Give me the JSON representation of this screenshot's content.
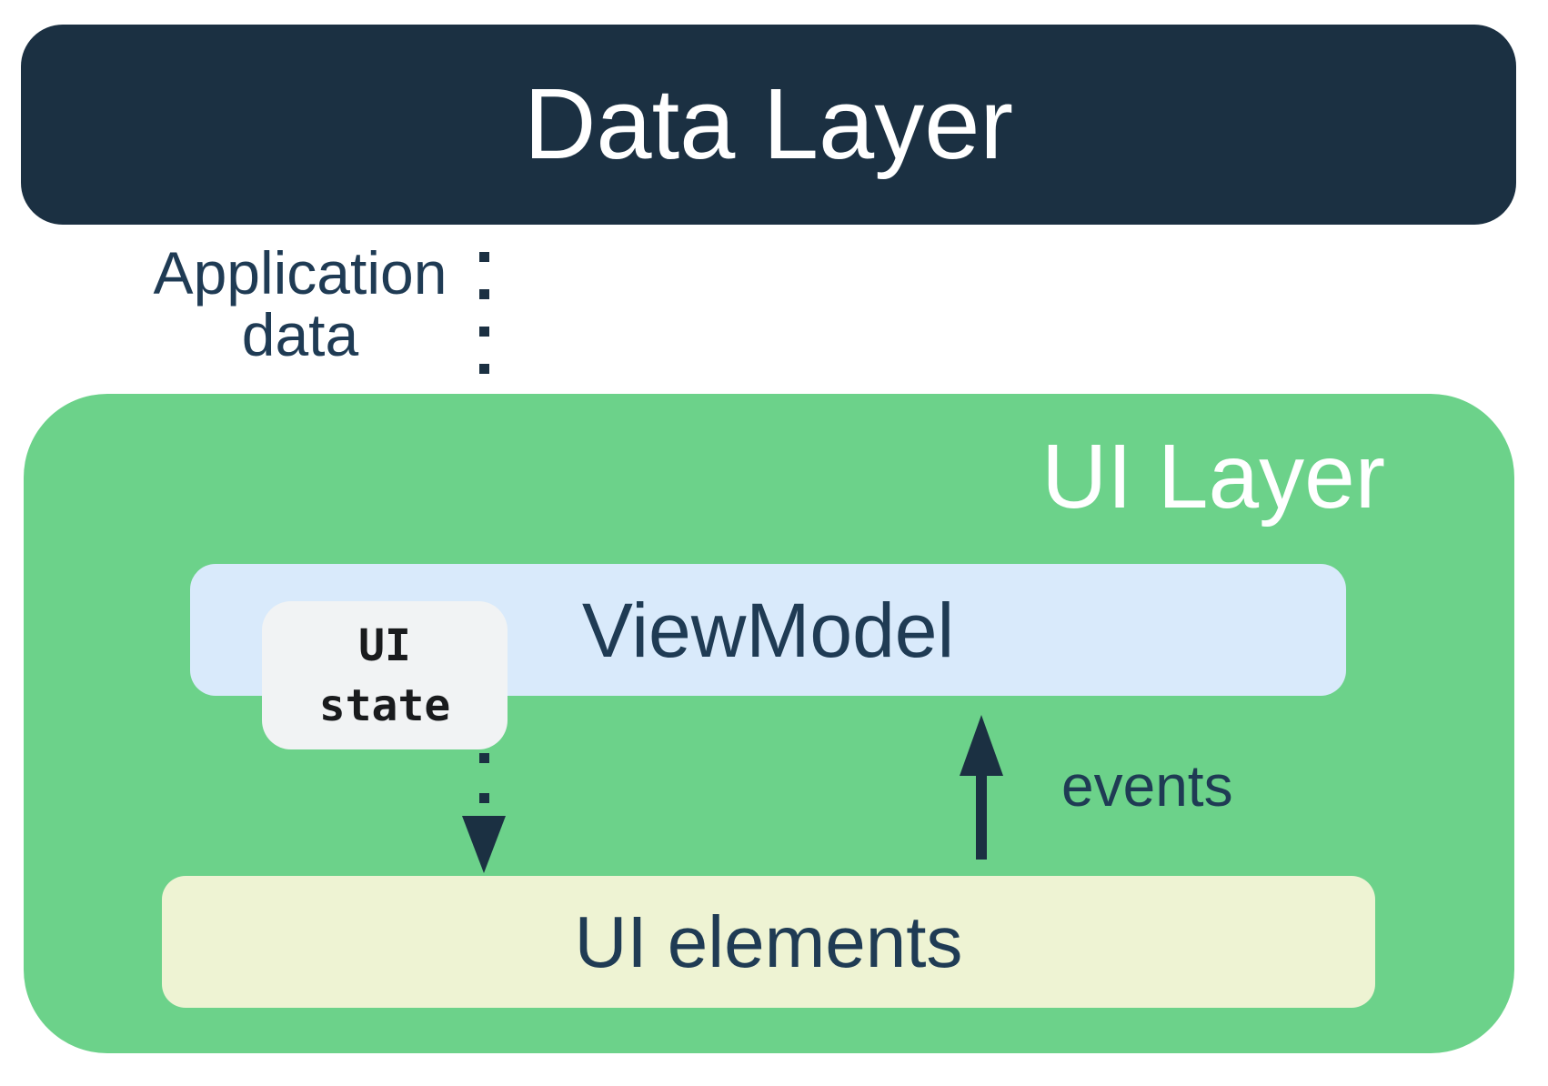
{
  "boxes": {
    "data_layer": {
      "label": "Data Layer"
    },
    "ui_layer": {
      "label": "UI Layer"
    },
    "viewmodel": {
      "label": "ViewModel"
    },
    "ui_state": {
      "line1": "UI",
      "line2": "state"
    },
    "ui_elements": {
      "label": "UI elements"
    }
  },
  "labels": {
    "application_data": {
      "line1": "Application",
      "line2": "data"
    },
    "events": {
      "label": "events"
    }
  },
  "colors": {
    "dark_navy": "#1b3042",
    "green": "#6cd28a",
    "light_blue": "#d9eafb",
    "cream": "#eef3d3",
    "light_gray": "#f1f3f4",
    "text_dark": "#1f3b54"
  }
}
